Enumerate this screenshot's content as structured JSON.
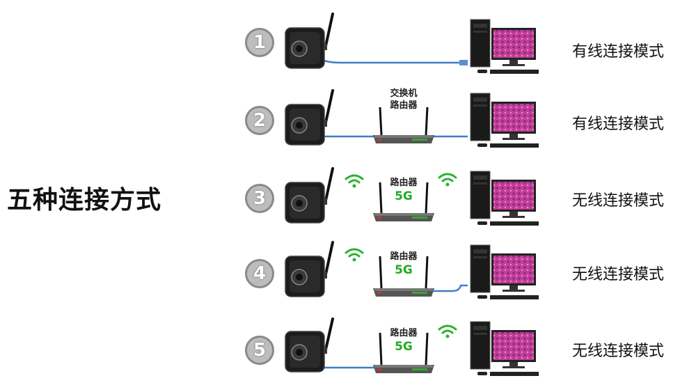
{
  "title": "五种连接方式",
  "rows": [
    {
      "number": "1",
      "router": false,
      "router_label": "",
      "router_5g": "",
      "wifi_camera": false,
      "wifi_pc": false,
      "mode": "有线连接模式"
    },
    {
      "number": "2",
      "router": true,
      "router_label": "交换机\n路由器",
      "router_5g": "",
      "wifi_camera": false,
      "wifi_pc": false,
      "mode": "有线连接模式"
    },
    {
      "number": "3",
      "router": true,
      "router_label": "路由器",
      "router_5g": "5G",
      "wifi_camera": true,
      "wifi_pc": true,
      "mode": "无线连接模式"
    },
    {
      "number": "4",
      "router": true,
      "router_label": "路由器",
      "router_5g": "5G",
      "wifi_camera": true,
      "wifi_pc": false,
      "mode": "无线连接模式"
    },
    {
      "number": "5",
      "router": true,
      "router_label": "路由器",
      "router_5g": "5G",
      "wifi_camera": false,
      "wifi_pc": true,
      "mode": "无线连接模式"
    }
  ],
  "colors": {
    "cable": "#3d7cc9",
    "wifi": "#2ab32a",
    "badge": "#bdbdbd",
    "five_g": "#22aa22"
  },
  "icons": {
    "camera": "camera-icon",
    "router": "router-icon",
    "computer": "computer-icon",
    "wifi": "wifi-icon"
  }
}
